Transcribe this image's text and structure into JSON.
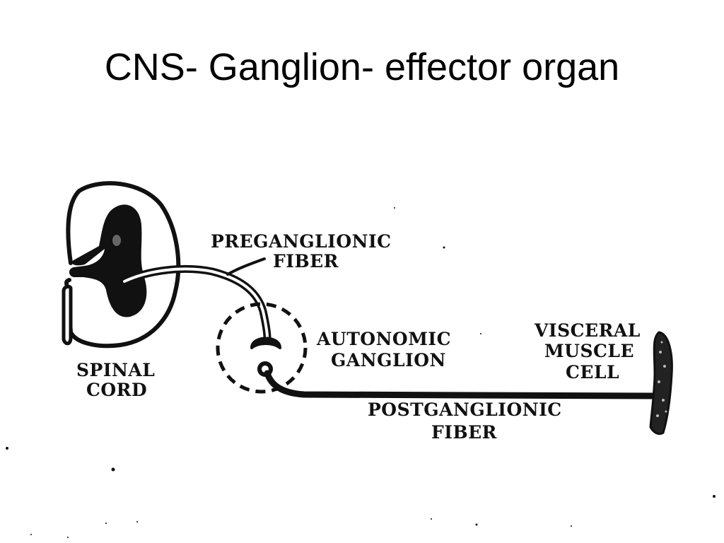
{
  "slide": {
    "title": "CNS- Ganglion- effector organ"
  },
  "diagram": {
    "labels": {
      "preganglionic_line1": "PREGANGLIONIC",
      "preganglionic_line2": "FIBER",
      "spinal_line1": "SPINAL",
      "spinal_line2": "CORD",
      "autonomic_line1": "AUTONOMIC",
      "autonomic_line2": "GANGLION",
      "visceral_line1": "VISCERAL",
      "visceral_line2": "MUSCLE",
      "visceral_line3": "CELL",
      "postganglionic_line1": "POSTGANGLIONIC",
      "postganglionic_line2": "FIBER"
    },
    "colors": {
      "ink": "#111111",
      "background": "#ffffff"
    }
  }
}
